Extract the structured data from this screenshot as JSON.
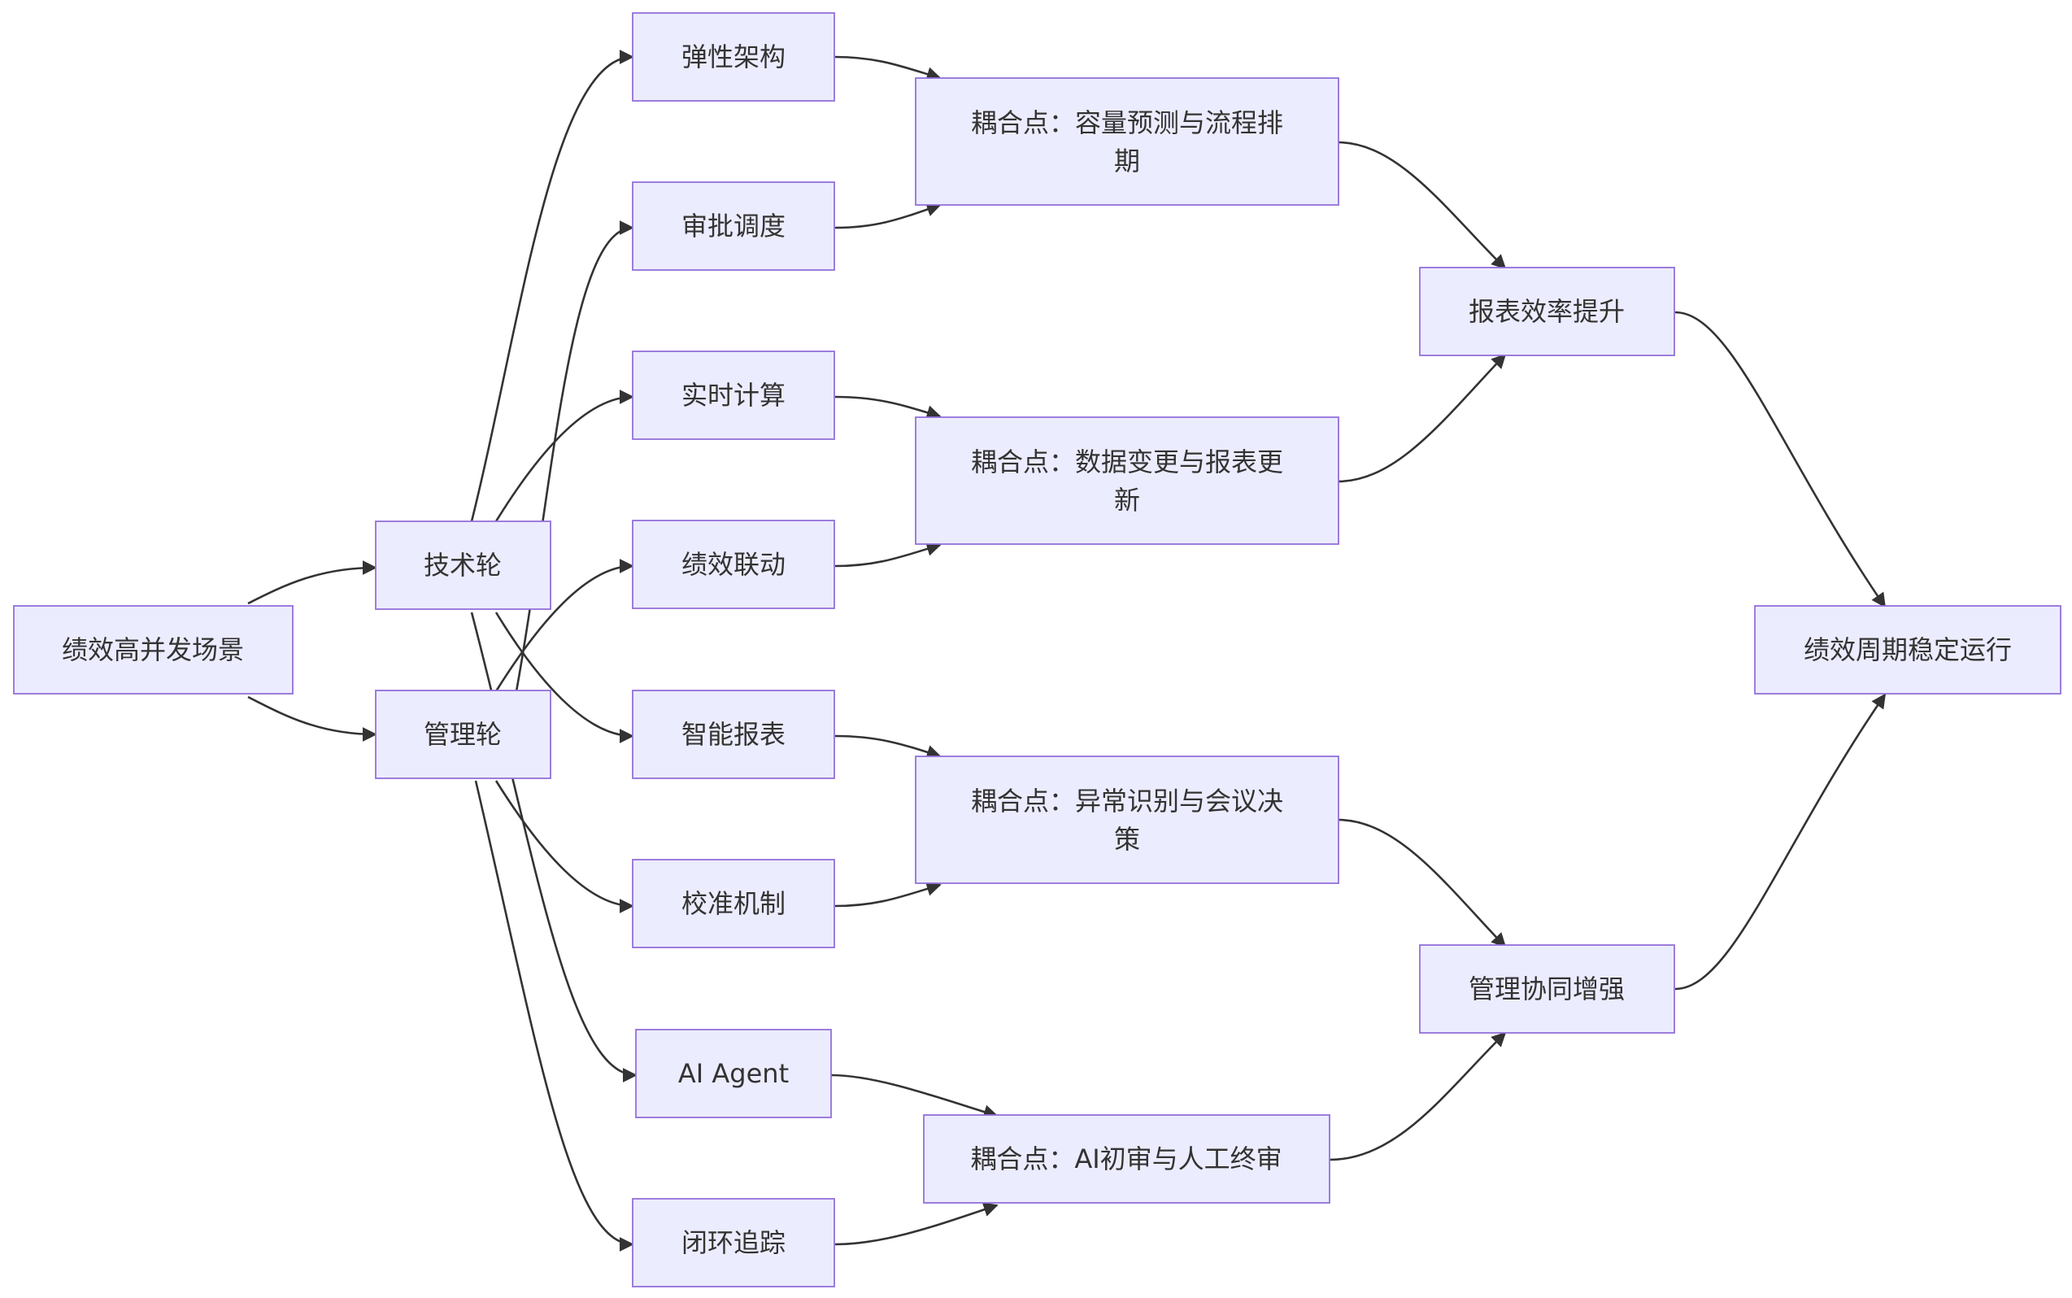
{
  "colors": {
    "node_fill": "#ececff",
    "node_border": "#9370db",
    "edge": "#333333",
    "text": "#333333"
  },
  "nodes": {
    "start": {
      "label": "绩效高并发场景"
    },
    "tech": {
      "label": "技术轮"
    },
    "mgmt": {
      "label": "管理轮"
    },
    "elastic": {
      "label": "弹性架构"
    },
    "approval": {
      "label": "审批调度"
    },
    "realtime": {
      "label": "实时计算"
    },
    "linkage": {
      "label": "绩效联动"
    },
    "report": {
      "label": "智能报表"
    },
    "calib": {
      "label": "校准机制"
    },
    "agent": {
      "label": "AI Agent"
    },
    "loop": {
      "label": "闭环追踪"
    },
    "c1": {
      "lines": [
        "耦合点：容量预测与流程排",
        "期"
      ]
    },
    "c2": {
      "lines": [
        "耦合点：数据变更与报表更",
        "新"
      ]
    },
    "c3": {
      "lines": [
        "耦合点：异常识别与会议决",
        "策"
      ]
    },
    "c4": {
      "label": "耦合点：AI初审与人工终审"
    },
    "eff": {
      "label": "报表效率提升"
    },
    "collab": {
      "label": "管理协同增强"
    },
    "end": {
      "label": "绩效周期稳定运行"
    }
  },
  "edges": [
    [
      "start",
      "tech"
    ],
    [
      "start",
      "mgmt"
    ],
    [
      "tech",
      "elastic"
    ],
    [
      "tech",
      "realtime"
    ],
    [
      "tech",
      "report"
    ],
    [
      "tech",
      "agent"
    ],
    [
      "mgmt",
      "approval"
    ],
    [
      "mgmt",
      "linkage"
    ],
    [
      "mgmt",
      "calib"
    ],
    [
      "mgmt",
      "loop"
    ],
    [
      "elastic",
      "c1"
    ],
    [
      "approval",
      "c1"
    ],
    [
      "realtime",
      "c2"
    ],
    [
      "linkage",
      "c2"
    ],
    [
      "report",
      "c3"
    ],
    [
      "calib",
      "c3"
    ],
    [
      "agent",
      "c4"
    ],
    [
      "loop",
      "c4"
    ],
    [
      "c1",
      "eff"
    ],
    [
      "c2",
      "eff"
    ],
    [
      "c3",
      "collab"
    ],
    [
      "c4",
      "collab"
    ],
    [
      "eff",
      "end"
    ],
    [
      "collab",
      "end"
    ]
  ]
}
